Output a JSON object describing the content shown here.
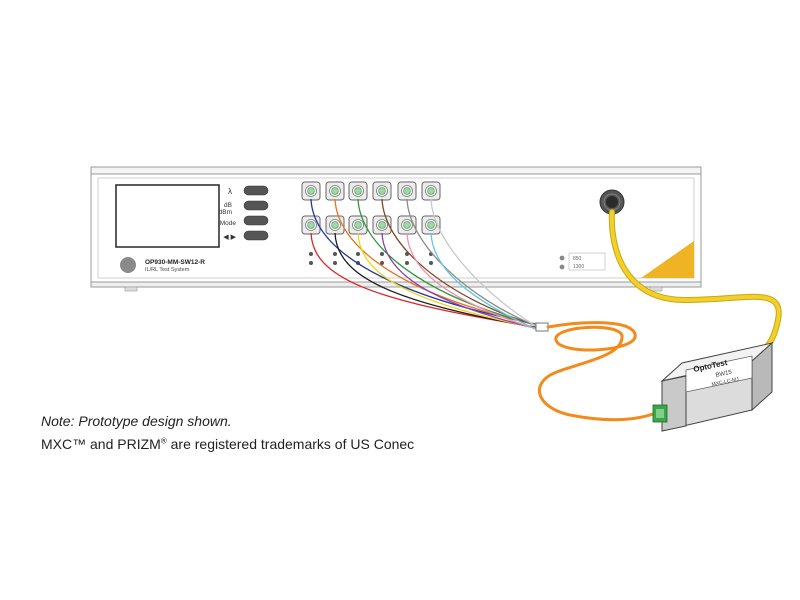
{
  "instrument": {
    "model": "OP930-MM-SW12-R",
    "subtitle": "IL/RL Test System",
    "buttons": [
      {
        "label": "λ"
      },
      {
        "label": "dB\ndBm"
      },
      {
        "label": "Mode"
      },
      {
        "label": "◀ ▶"
      }
    ],
    "wavelengths": [
      "850",
      "1300"
    ],
    "port_count": 12,
    "accent_color": "#f0b323"
  },
  "fibers": {
    "colors": [
      "#1f3a9c",
      "#e8731a",
      "#2e9a3a",
      "#7a4a26",
      "#8a8a8a",
      "#e8e8e8",
      "#d9262b",
      "#1c1c1c",
      "#f1d315",
      "#8d3fb1",
      "#f28fb4",
      "#5fc8e0"
    ],
    "trunk_color": "#f28a1c",
    "patch_color": "#f2cf2a"
  },
  "switch_box": {
    "brand": "OptoTest",
    "label_line1": "BW15",
    "label_line2": "MXC-LC-MJ",
    "connector_color": "#3aa64a"
  },
  "notes": {
    "prototype": "Note: Prototype design shown.",
    "trademark_prefix": "MXC",
    "trademark_tm": "™",
    "trademark_and": " and PRIZM",
    "trademark_reg": "®",
    "trademark_suffix": " are registered trademarks of US Conec"
  }
}
